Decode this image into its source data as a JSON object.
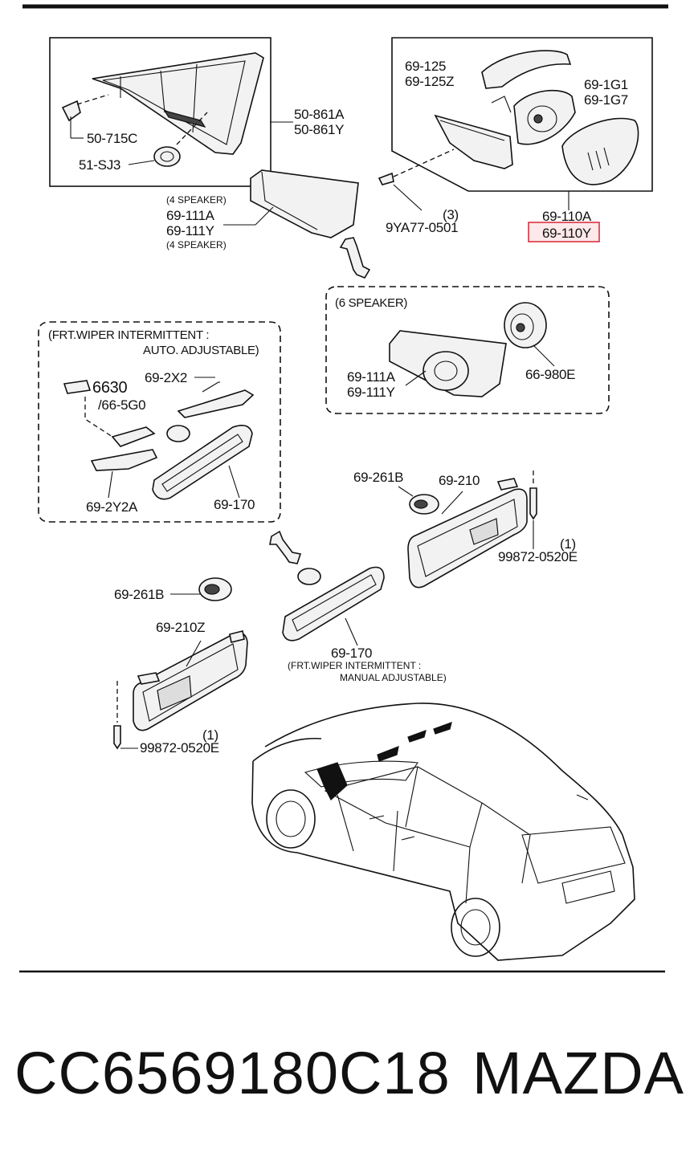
{
  "diagram": {
    "labels": {
      "p50_861a": "50-861A",
      "p50_861y": "50-861Y",
      "p50_715c": "50-715C",
      "p51_sj3": "51-SJ3",
      "p69_125": "69-125",
      "p69_125z": "69-125Z",
      "p69_1g1": "69-1G1",
      "p69_1g7": "69-1G7",
      "p69_110a": "69-110A",
      "p69_110y": "69-110Y",
      "speaker4_top": "(4 SPEAKER)",
      "p69_111a": "69-111A",
      "p69_111y": "69-111Y",
      "speaker4_bottom": "(4 SPEAKER)",
      "qty3": "(3)",
      "p9ya77": "9YA77-0501",
      "speaker6": "(6 SPEAKER)",
      "p69_111a_6": "69-111A",
      "p69_111y_6": "69-111Y",
      "p66_980e": "66-980E",
      "auto_line1": "(FRT.WIPER INTERMITTENT :",
      "auto_line2": "AUTO. ADJUSTABLE)",
      "p6630": "6630",
      "p66_5g0": "/66-5G0",
      "p69_2x2": "69-2X2",
      "p69_2y2a": "69-2Y2A",
      "p69_170_auto": "69-170",
      "p69_261b_r": "69-261B",
      "p69_210": "69-210",
      "qty1_r": "(1)",
      "p99872_r": "99872-0520E",
      "p69_261b_l": "69-261B",
      "p69_210z": "69-210Z",
      "p69_170_manual": "69-170",
      "manual_line1": "(FRT.WIPER INTERMITTENT :",
      "manual_line2": "MANUAL ADJUSTABLE)",
      "qty1_l": "(1)",
      "p99872_l": "99872-0520E"
    },
    "highlight_color": "#d9333f"
  },
  "footer": {
    "part_number": "CC6569180C18",
    "brand": "MAZDA"
  }
}
